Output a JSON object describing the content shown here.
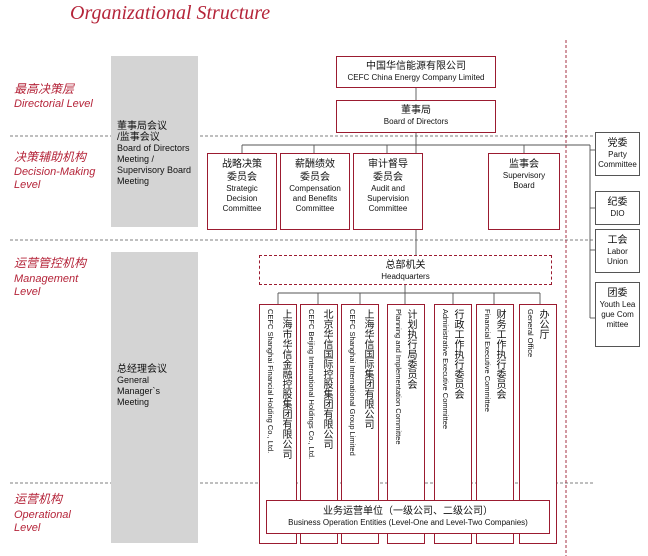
{
  "title": "Organizational Structure",
  "levels": [
    {
      "zh": "最高决策层",
      "en": "Directorial Level"
    },
    {
      "zh": "决策辅助机构",
      "en": "Decision-Making Level"
    },
    {
      "zh": "运营管控机构",
      "en": "Management Level"
    },
    {
      "zh": "运营机构",
      "en": "Operational Level"
    }
  ],
  "meetings": {
    "board": {
      "zh1": "董事局会议",
      "zh2": "/监事会议",
      "en": "Board of Directors Meeting / Supervisory Board Meeting"
    },
    "general": {
      "zh": "总经理会议",
      "en": "General Manager`s Meeting"
    }
  },
  "company": {
    "zh": "中国华信能源有限公司",
    "en": "CEFC China Energy Company Limited"
  },
  "board": {
    "zh": "董事局",
    "en": "Board of Directors"
  },
  "committees": [
    {
      "zh": "战略决策委员会",
      "en": "Strategic Decision Committee"
    },
    {
      "zh": "薪酬绩效委员会",
      "en": "Compensation and Benefits Committee"
    },
    {
      "zh": "审计督导委员会",
      "en": "Audit and Supervision Committee"
    }
  ],
  "supervisory": {
    "zh": "监事会",
    "en": "Supervisory Board"
  },
  "right_boxes": [
    {
      "zh": "党委",
      "en": "Party Committee"
    },
    {
      "zh": "纪委",
      "en": "DIO"
    },
    {
      "zh": "工会",
      "en": "Labor Union"
    },
    {
      "zh": "团委",
      "en": "Youth League Committee"
    }
  ],
  "headquarters": {
    "zh": "总部机关",
    "en": "Headquarters"
  },
  "units": [
    {
      "zh": "上海市华信金融控股集团有限公司",
      "en": "CEFC Shanghai Financial Holding Co., Ltd."
    },
    {
      "zh": "北京华信国际控股集团有限公司",
      "en": "CEFC Beijing International Holdings Co., Ltd."
    },
    {
      "zh": "上海华信国际集团有限公司",
      "en": "CEFC Shanghai International Group Limited"
    },
    {
      "zh": "计划执行局委员会",
      "en": "Planning and Implementation Committee"
    },
    {
      "zh": "行政工作执行委员会",
      "en": "Administrative Executive Committee"
    },
    {
      "zh": "财务工作执行委员会",
      "en": "Financial Executive Committee"
    },
    {
      "zh": "办公厅",
      "en": "General Office"
    }
  ],
  "operations": {
    "zh": "业务运营单位（一级公司、二级公司）",
    "en": "Business Operation Entities (Level-One and Level-Two Companies)"
  }
}
